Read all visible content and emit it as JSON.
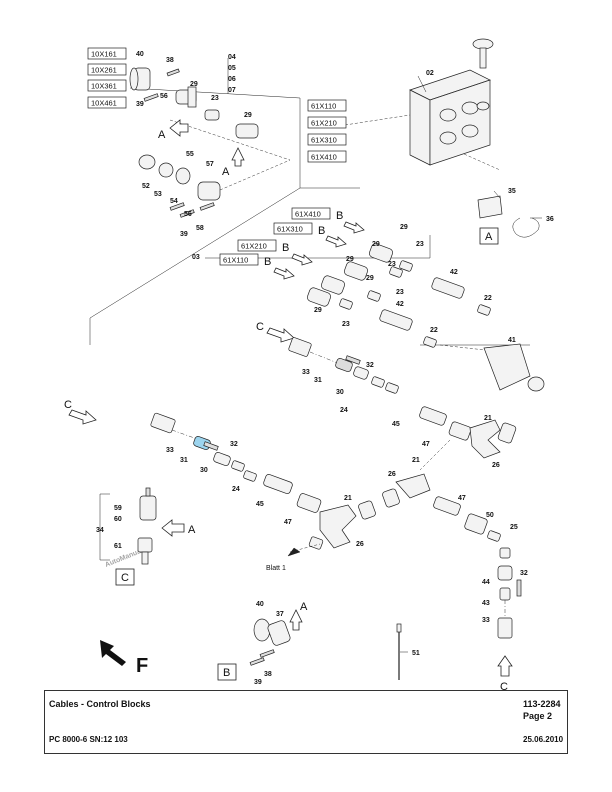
{
  "watermark": "AutoManual",
  "footer": {
    "title": "Cables - Control Blocks",
    "part_number": "113-2284",
    "page": "Page 2",
    "machine": "PC 8000-6 SN:12 103",
    "date": "25.06.2010"
  },
  "refs_top": [
    "10X161",
    "10X261",
    "10X361",
    "10X461"
  ],
  "refs_mid": [
    "61X110",
    "61X210",
    "61X310",
    "61X410"
  ],
  "refs_b": [
    "61X410",
    "61X310",
    "61X210",
    "61X110"
  ],
  "callouts": {
    "c02": "02",
    "c03": "03",
    "c04": "04",
    "c05": "05",
    "c06": "06",
    "c07": "07",
    "c21": "21",
    "c22": "22",
    "c23": "23",
    "c24": "24",
    "c25": "25",
    "c26": "26",
    "c29": "29",
    "c30": "30",
    "c31": "31",
    "c32": "32",
    "c33": "33",
    "c34": "34",
    "c35": "35",
    "c36": "36",
    "c37": "37",
    "c38": "38",
    "c39": "39",
    "c40": "40",
    "c41": "41",
    "c42": "42",
    "c43": "43",
    "c44": "44",
    "c45": "45",
    "c47": "47",
    "c50": "50",
    "c51": "51",
    "c52": "52",
    "c53": "53",
    "c54": "54",
    "c55": "55",
    "c56": "56",
    "c57": "57",
    "c58": "58",
    "c59": "59",
    "c60": "60",
    "c61": "61"
  },
  "view_labels": {
    "a": "A",
    "b": "B",
    "c": "C",
    "f": "F"
  },
  "blatt": "Blatt 1"
}
